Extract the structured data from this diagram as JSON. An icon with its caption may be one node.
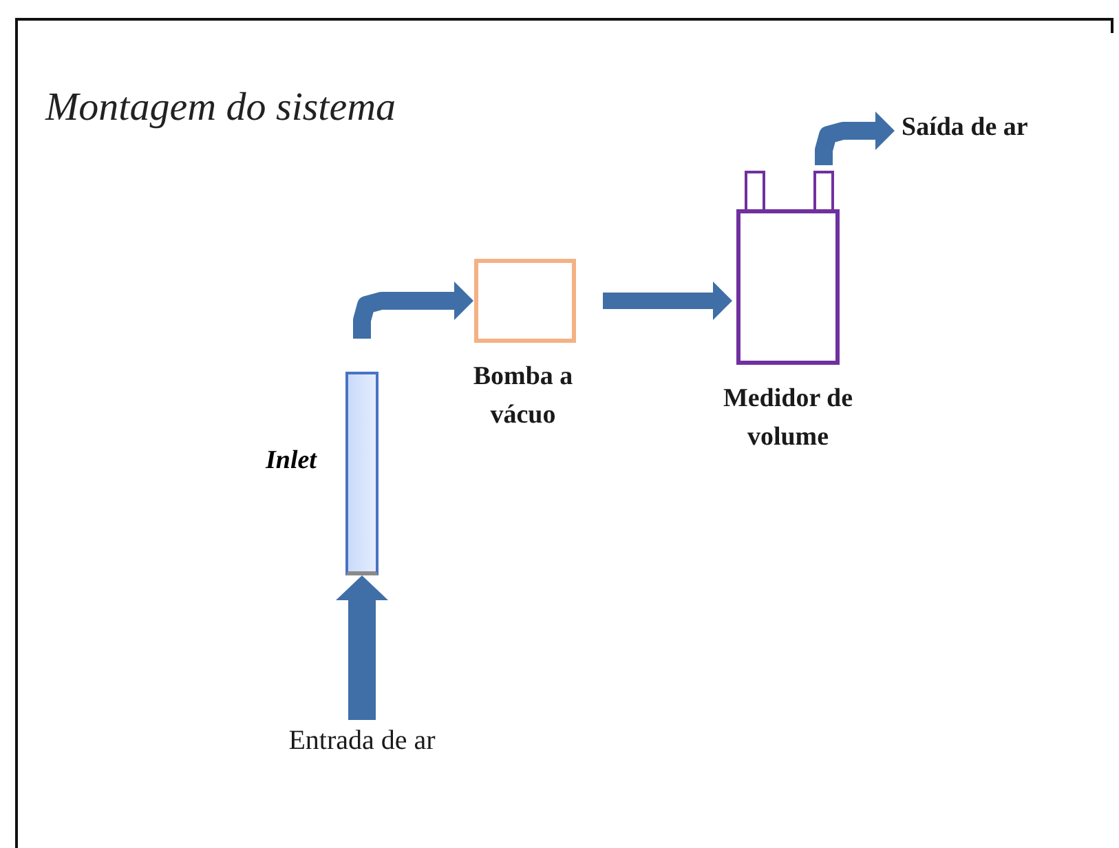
{
  "diagram": {
    "title": "Montagem do sistema",
    "nodes": [
      {
        "text": [
          "Entrada de ar"
        ]
      },
      {
        "text": [],
        "shape": "bar",
        "beside": [
          "Inlet"
        ]
      },
      {
        "text": [
          "Bomba a vácuo"
        ]
      },
      {
        "text": [
          "Medidor de volume"
        ]
      },
      {
        "text": [
          "Saída de ar"
        ]
      }
    ],
    "edges": [
      {
        "from": 0,
        "to": 1,
        "arrow": "to"
      },
      {
        "from": 1,
        "to": 2,
        "arrow": "to"
      },
      {
        "from": 2,
        "to": 3,
        "arrow": "to"
      },
      {
        "from": 3,
        "to": 4,
        "arrow": "to"
      }
    ]
  }
}
